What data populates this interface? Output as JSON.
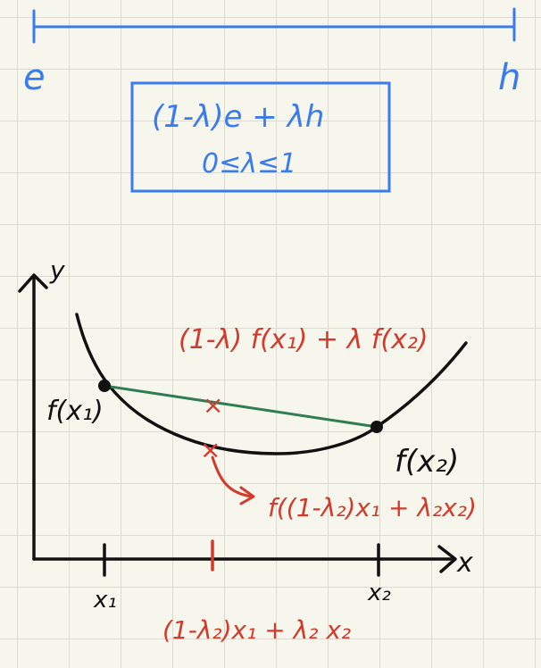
{
  "colors": {
    "blue": "#3b7bf0",
    "black": "#111111",
    "red": "#d33a2c",
    "green": "#2f7d52",
    "paper": "#f7f6ec",
    "grid": "#d9dadb"
  },
  "segment": {
    "left_label": "e",
    "right_label": "h"
  },
  "box": {
    "line1": "(1-λ)e + λh",
    "line2": "0≤λ≤1"
  },
  "axes": {
    "y_label": "y",
    "x_label": "x"
  },
  "points": {
    "p1_label": "f(x₁)",
    "p2_label": "f(x₂)"
  },
  "annotations": {
    "chord_formula": "(1-λ) f(x₁) + λ f(x₂)",
    "curve_point_formula": "f((1-λ₂)x₁ + λ₂x₂)",
    "x1_tick": "x₁",
    "x2_tick": "x₂",
    "interp_tick": "(1-λ₂)x₁ + λ₂ x₂",
    "chord_mark": "×",
    "curve_mark": "×"
  }
}
